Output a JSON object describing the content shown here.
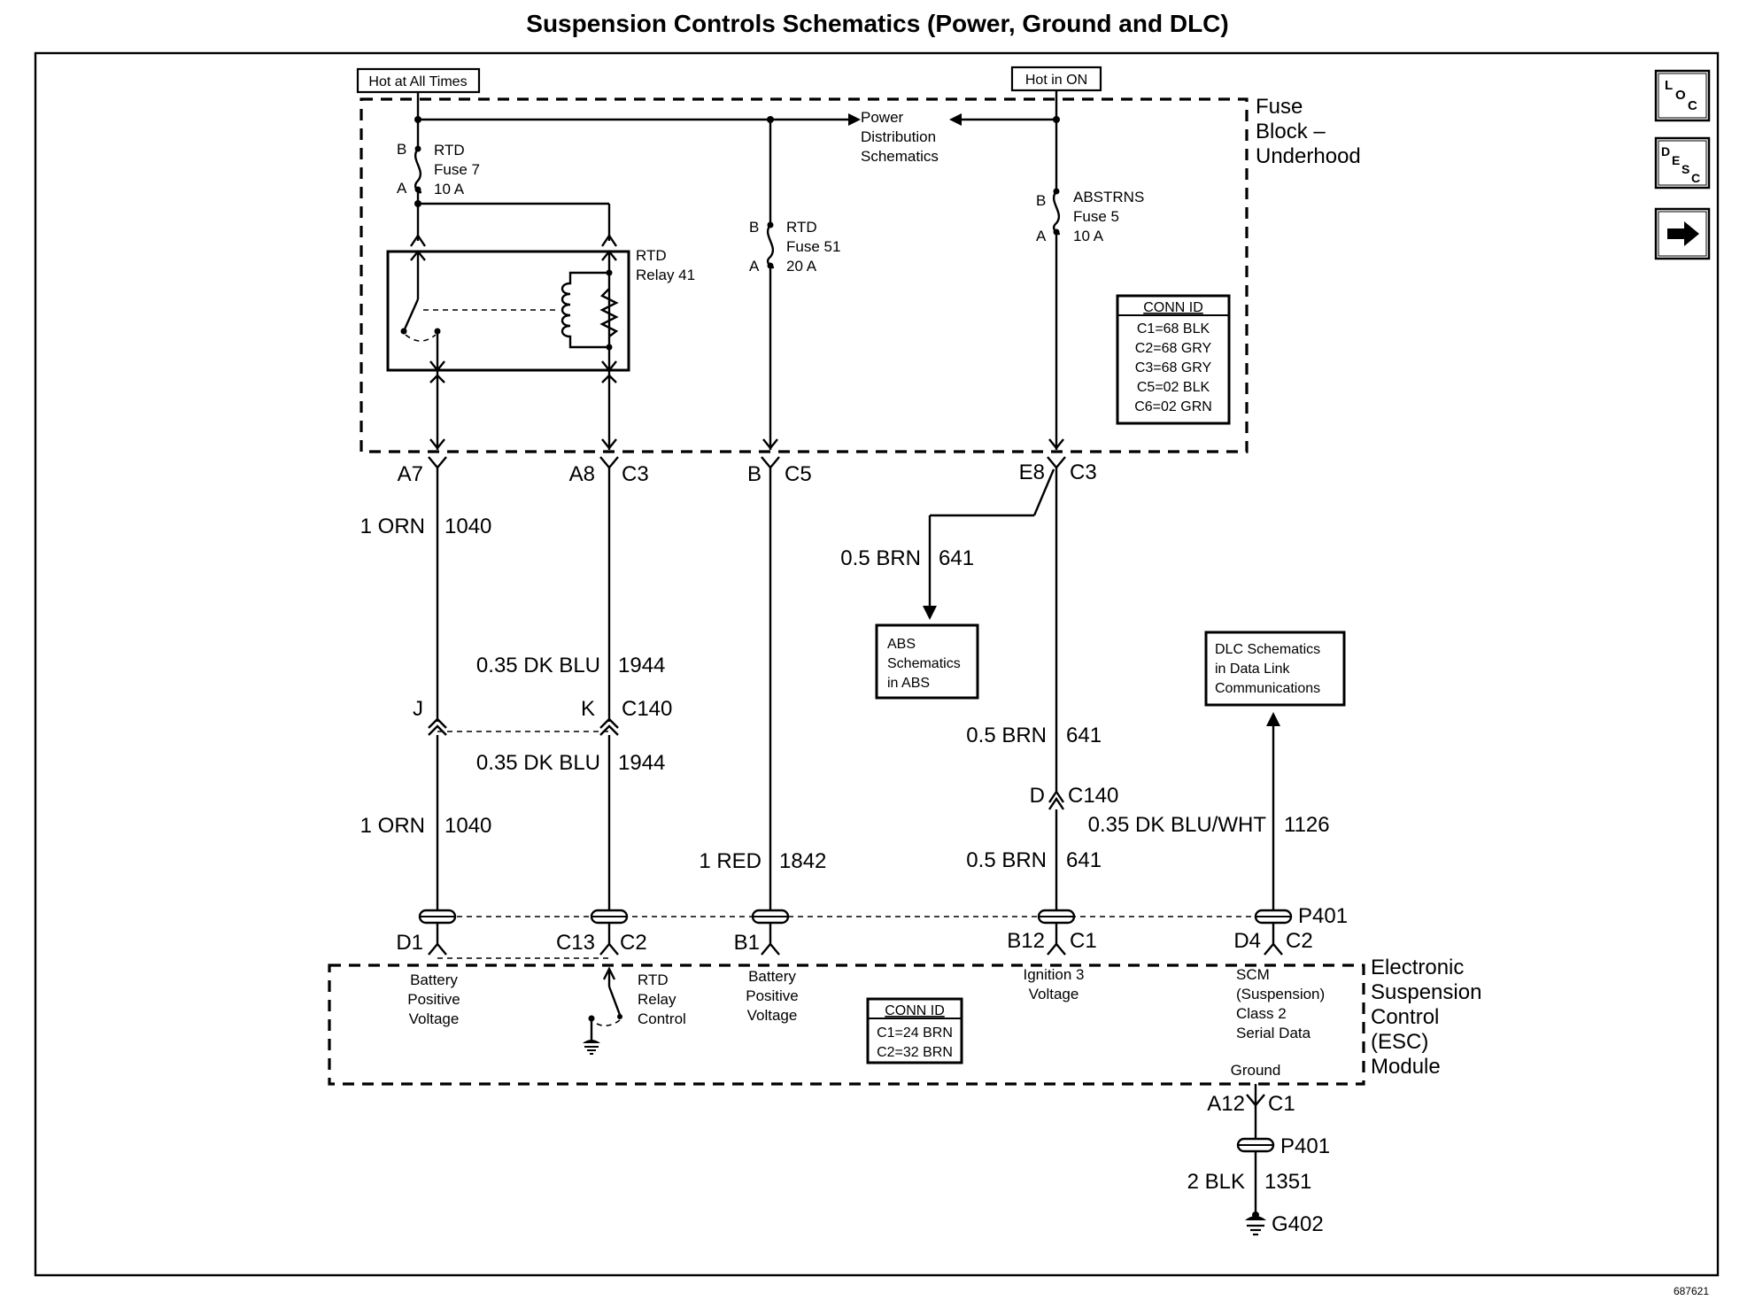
{
  "title": "Suspension Controls Schematics (Power, Ground and DLC)",
  "power_sources": {
    "hot_always": "Hot at All Times",
    "hot_on": "Hot in ON"
  },
  "fuse_block": {
    "name_lines": [
      "Fuse",
      "Block –",
      "Underhood"
    ],
    "power_distribution": [
      "Power",
      "Distribution",
      "Schematics"
    ],
    "fuses": [
      {
        "lines": [
          "RTD",
          "Fuse 7",
          "10 A"
        ],
        "pin_b": "B",
        "pin_a": "A"
      },
      {
        "lines": [
          "RTD",
          "Fuse 51",
          "20 A"
        ],
        "pin_b": "B",
        "pin_a": "A"
      },
      {
        "lines": [
          "ABSTRNS",
          "Fuse 5",
          "10 A"
        ],
        "pin_b": "B",
        "pin_a": "A"
      }
    ],
    "relay": [
      "RTD",
      "Relay 41"
    ],
    "conn_id": {
      "header": "CONN ID",
      "rows": [
        "C1=68 BLK",
        "C2=68 GRY",
        "C3=68 GRY",
        "C5=02 BLK",
        "C6=02 GRN"
      ]
    }
  },
  "top_pins": [
    {
      "pin": "A7",
      "conn": ""
    },
    {
      "pin": "A8",
      "conn": "C3"
    },
    {
      "pin": "B",
      "conn": "C5"
    },
    {
      "pin": "E8",
      "conn": "C3"
    }
  ],
  "wires": [
    {
      "gauge": "1 ORN",
      "circuit": "1040"
    },
    {
      "gauge": "0.35 DK BLU",
      "circuit": "1944"
    },
    {
      "gauge": "0.5 BRN",
      "circuit": "641"
    },
    {
      "gauge": "0.35 DK BLU",
      "circuit": "1944"
    },
    {
      "gauge": "1 ORN",
      "circuit": "1040"
    },
    {
      "gauge": "0.5 BRN",
      "circuit": "641"
    },
    {
      "gauge": "1 RED",
      "circuit": "1842"
    },
    {
      "gauge": "0.5 BRN",
      "circuit": "641"
    },
    {
      "gauge": "0.35 DK BLU/WHT",
      "circuit": "1126"
    },
    {
      "gauge": "2 BLK",
      "circuit": "1351"
    }
  ],
  "c140": {
    "pin_j": "J",
    "pin_k": "K",
    "pin_d": "D",
    "name": "C140"
  },
  "abs_box": [
    "ABS",
    "Schematics",
    "in ABS"
  ],
  "dlc_box": [
    "DLC Schematics",
    "in Data Link",
    "Communications"
  ],
  "esc_pins": [
    {
      "pin": "D1",
      "conn": ""
    },
    {
      "pin": "C13",
      "conn": "C2"
    },
    {
      "pin": "B1",
      "conn": ""
    },
    {
      "pin": "B12",
      "conn": "C1"
    },
    {
      "pin": "D4",
      "conn": "C2"
    }
  ],
  "p401": "P401",
  "esc_module": {
    "name_lines": [
      "Electronic",
      "Suspension",
      "Control",
      "(ESC)",
      "Module"
    ],
    "pin_labels": [
      [
        "Battery",
        "Positive",
        "Voltage"
      ],
      [
        "RTD",
        "Relay",
        "Control"
      ],
      [
        "Battery",
        "Positive",
        "Voltage"
      ],
      [
        "Ignition 3",
        "Voltage"
      ],
      [
        "SCM",
        "(Suspension)",
        "Class 2",
        "Serial Data"
      ]
    ],
    "ground_label": "Ground",
    "conn_id": {
      "header": "CONN ID",
      "rows": [
        "C1=24 BRN",
        "C2=32 BRN"
      ]
    }
  },
  "ground_pin": {
    "pin": "A12",
    "conn": "C1"
  },
  "ground_name": "G402",
  "nav": [
    {
      "label": "LOC",
      "icon": "loc-icon"
    },
    {
      "label": "DESC",
      "icon": "desc-icon"
    },
    {
      "label": "next",
      "icon": "arrow-right-icon"
    }
  ],
  "figure_id": "687621"
}
